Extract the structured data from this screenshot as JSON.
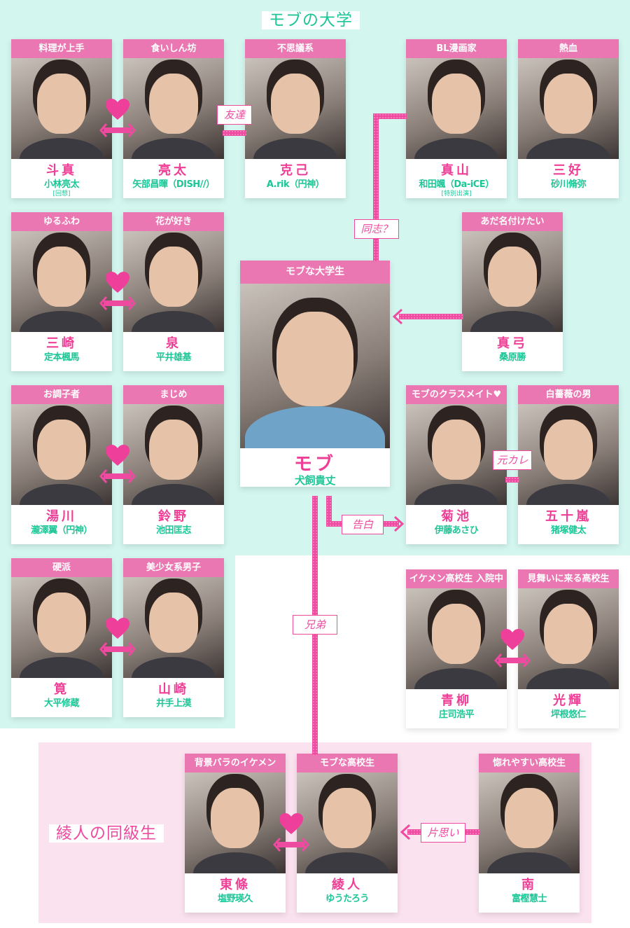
{
  "sections": {
    "university": "モブの大学",
    "classmates": "綾人の同級生"
  },
  "relations": {
    "friend": "友達",
    "comrade": "同志？",
    "confess": "告白",
    "ex": "元カレ",
    "brother": "兄弟",
    "crush": "片思い"
  },
  "center": {
    "header": "モブな大学生",
    "name": "モブ",
    "actor": "犬飼貴丈"
  },
  "cards": [
    {
      "id": "touma",
      "header": "料理が上手",
      "name": "斗真",
      "actor": "小林亮太",
      "note": "[回想]"
    },
    {
      "id": "ryota",
      "header": "食いしん坊",
      "name": "亮太",
      "actor": "矢部昌暉（DISH//）"
    },
    {
      "id": "katsumi",
      "header": "不思議系",
      "name": "克己",
      "actor": "A.rik（円神）"
    },
    {
      "id": "mayama",
      "header": "BL漫画家",
      "name": "真山",
      "actor": "和田颯（Da-iCE）",
      "note": "[特別出演]"
    },
    {
      "id": "miyoshi",
      "header": "熱血",
      "name": "三好",
      "actor": "砂川脩弥"
    },
    {
      "id": "misaki",
      "header": "ゆるふわ",
      "name": "三崎",
      "actor": "定本楓馬"
    },
    {
      "id": "izumi",
      "header": "花が好き",
      "name": "泉",
      "actor": "平井雄基"
    },
    {
      "id": "mayumi",
      "header": "あだ名付けたい",
      "name": "真弓",
      "actor": "桑原勝"
    },
    {
      "id": "yukawa",
      "header": "お調子者",
      "name": "湯川",
      "actor": "瀧澤翼（円神）"
    },
    {
      "id": "suzuno",
      "header": "まじめ",
      "name": "鈴野",
      "actor": "池田匡志"
    },
    {
      "id": "kikuchi",
      "header": "モブのクラスメイト♥",
      "name": "菊池",
      "actor": "伊藤あさひ"
    },
    {
      "id": "igarashi",
      "header": "白薔薇の男",
      "name": "五十嵐",
      "actor": "猪塚健太"
    },
    {
      "id": "kakei",
      "header": "硬派",
      "name": "筧",
      "actor": "大平修蔵"
    },
    {
      "id": "yamazaki",
      "header": "美少女系男子",
      "name": "山崎",
      "actor": "井手上漠"
    },
    {
      "id": "aoyagi",
      "header": "イケメン高校生 入院中",
      "name": "青柳",
      "actor": "庄司浩平"
    },
    {
      "id": "mitsuki",
      "header": "見舞いに来る高校生",
      "name": "光輝",
      "actor": "坪根悠仁"
    },
    {
      "id": "tojo",
      "header": "背景バラのイケメン",
      "name": "東條",
      "actor": "塩野瑛久"
    },
    {
      "id": "ayato",
      "header": "モブな高校生",
      "name": "綾人",
      "actor": "ゆうたろう"
    },
    {
      "id": "minami",
      "header": "惚れやすい高校生",
      "name": "南",
      "actor": "富樫慧士"
    }
  ],
  "colors": {
    "mint": "#d3f6ef",
    "pink": "#ee4aa0",
    "header": "#eb77b2",
    "name": "#ef3e96",
    "actor": "#1dc697"
  }
}
